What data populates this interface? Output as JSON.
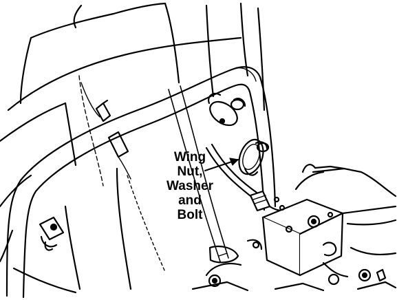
{
  "diagram": {
    "callout_lines": [
      "Wing",
      "Nut,",
      "Washer",
      "and",
      "Bolt"
    ]
  },
  "colors": {
    "ink": "#000000",
    "paper": "#ffffff"
  }
}
